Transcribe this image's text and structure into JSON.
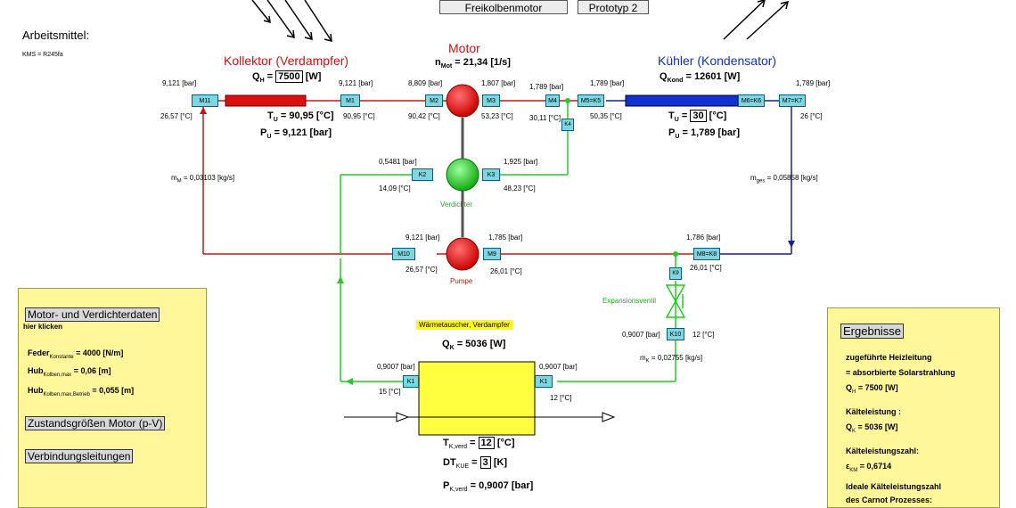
{
  "header": {
    "btn_freikolben": "Freikolbenmotor",
    "btn_prototyp": "Prototyp 2"
  },
  "arbeitsmittel": {
    "label": "Arbeitsmittel:",
    "value": "KMS = R245fa"
  },
  "kollektor": {
    "title": "Kollektor (Verdampfer)",
    "q_label": "Q",
    "q_sub": "H",
    "q_value": "7500",
    "q_unit": "[W]",
    "t_label": "T",
    "t_sub": "U",
    "t_value": "= 90,95 [°C]",
    "p_label": "P",
    "p_sub": "U",
    "p_value": "= 9,121 [bar]"
  },
  "motor": {
    "title": "Motor",
    "n_label": "n",
    "n_sub": "Mot",
    "n_value": "= 21,34 [1/s]"
  },
  "kuehler": {
    "title": "Kühler (Kondensator)",
    "q_label": "Q",
    "q_sub": "Kond",
    "q_value": "= 12601 [W]",
    "t_label": "T",
    "t_sub": "U",
    "t_value": "30",
    "t_unit": "[°C]",
    "p_label": "P",
    "p_sub": "U",
    "p_value": "= 1,789 [bar]"
  },
  "verdichter": {
    "label": "Verdichter"
  },
  "pumpe": {
    "label": "Pumpe"
  },
  "expansionsventil": {
    "label": "Expansionsventil"
  },
  "waermetauscher": {
    "title": "Wärmetauscher, Verdampfer",
    "q_label": "Q",
    "q_sub": "K",
    "q_value": "= 5036 [W]",
    "tk_label": "T",
    "tk_sub": "K,verd",
    "tk_value": "12",
    "tk_unit": "[°C]",
    "dt_label": "DT",
    "dt_sub": "KUE",
    "dt_value": "3",
    "dt_unit": "[K]",
    "p_label": "P",
    "p_sub": "K,verd",
    "p_value": "= 0,9007 [bar]"
  },
  "mass_flows": {
    "mm_label": "m",
    "mm_sub": "M",
    "mm_value": "= 0,03103 [kg/s]",
    "mges_label": "m",
    "mges_sub": "ges",
    "mges_value": "= 0,05858 [kg/s]",
    "mk_label": "m",
    "mk_sub": "K",
    "mk_value": "= 0,02755 [kg/s]"
  },
  "points": {
    "M11": "M11",
    "M1": "M1",
    "M2": "M2",
    "M3": "M3",
    "M4": "M4",
    "M5K5": "M5=K5",
    "M6K6": "M6=K6",
    "M7K7": "M7=K7",
    "K2": "K2",
    "K3": "K3",
    "M10": "M10",
    "M9": "M9",
    "M8K8": "M8=K8",
    "K9": "K9",
    "K10": "K10",
    "K1a": "K1",
    "K1b": "K1",
    "K4": "K4"
  },
  "values": {
    "m11_p": "9,121 [bar]",
    "m11_t": "26,57 [°C]",
    "m1_p": "9,121 [bar]",
    "m1_t": "90,95 [°C]",
    "m2_p": "8,809 [bar]",
    "m2_t": "90,42 [°C]",
    "m3_p": "1,807 [bar]",
    "m3_t": "53,23 [°C]",
    "m4_p": "1,789 [bar]",
    "m4_t": "30,11 [°C]",
    "m5_p": "1,789 [bar]",
    "m5_t": "50,35 [°C]",
    "m7_p": "1,789 [bar]",
    "m7_t": "26 [°C]",
    "k2_p": "0,5481 [bar]",
    "k2_t": "14,09 [°C]",
    "k3_p": "1,925 [bar]",
    "k3_t": "48,23 [°C]",
    "m10_p": "9,121 [bar]",
    "m10_t": "26,57 [°C]",
    "m9_p": "1,785 [bar]",
    "m9_t": "26,01 [°C]",
    "m8_p": "1,786 [bar]",
    "m8_t": "26,01 [°C]",
    "k10_p": "0,9007 [bar]",
    "k10_t": "12 [°C]",
    "k1l_p": "0,9007 [bar]",
    "k1l_t": "15 [°C]",
    "k1r_p": "0,9007 [bar]",
    "k1r_t": "12 [°C]"
  },
  "left_panel": {
    "title": "Motor- und Verdichterdaten",
    "subtitle": "hier klicken",
    "feder_label": "Feder",
    "feder_sub": "Konstante",
    "feder_value": "= 4000 [N/m]",
    "hub_label": "Hub",
    "hub_sub": "Kolben,max",
    "hub_value": "= 0,06 [m]",
    "hub2_label": "Hub",
    "hub2_sub": "Kolben,max,Betrieb",
    "hub2_value": "= 0,055 [m]",
    "zustand": "Zustandsgrößen Motor (p-V)",
    "verbindung": "Verbindungsleitungen"
  },
  "right_panel": {
    "title": "Ergebnisse",
    "l1": "zugeführte Heizleitung",
    "l2": "= absorbierte Solarstrahlung",
    "qh_label": "Q",
    "qh_sub": "H",
    "qh_value": "= 7500 [W]",
    "kaelte": "Kälteleistung :",
    "qk_label": "Q",
    "qk_sub": "K",
    "qk_value": "= 5036 [W]",
    "kzahl": "Kälteleistungszahl:",
    "eps_label": "ε",
    "eps_sub": "KM",
    "eps_value": "= 0,6714",
    "ideal1": "Ideale Kälteleistungszahl",
    "ideal2": "des Carnot Prozesses:"
  },
  "colors": {
    "red": "#c81414",
    "green": "#22cc22",
    "blue": "#102090",
    "panel": "#fff799",
    "box": "#7fd6e0"
  }
}
